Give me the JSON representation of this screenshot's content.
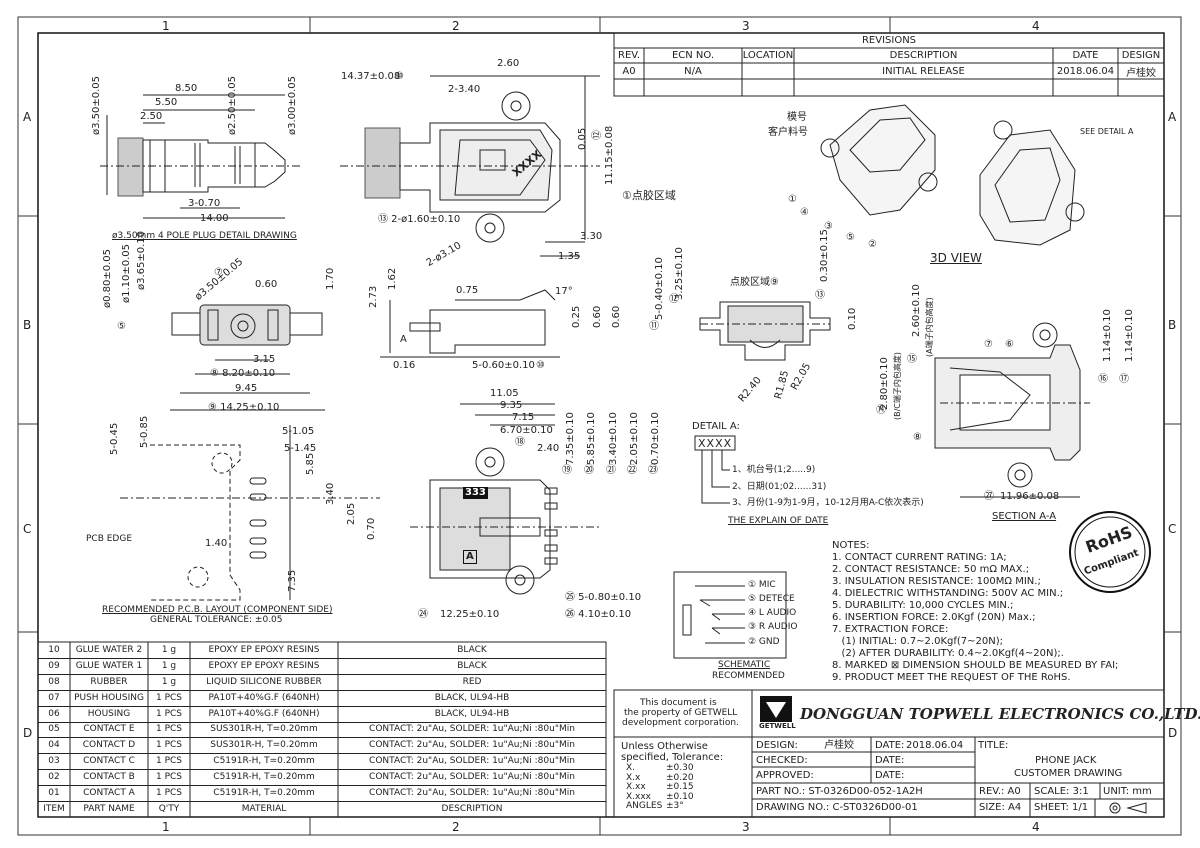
{
  "frame": {
    "cols": [
      "1",
      "2",
      "3",
      "4"
    ],
    "rows": [
      "A",
      "B",
      "C",
      "D"
    ]
  },
  "revisions": {
    "title": "REVISIONS",
    "headers": [
      "REV.",
      "ECN NO.",
      "LOCATION",
      "DESCRIPTION",
      "DATE",
      "DESIGN"
    ],
    "row": [
      "A0",
      "N/A",
      "",
      "INITIAL RELEASE",
      "2018.06.04",
      "卢桂姣"
    ]
  },
  "plug": {
    "caption": "ø3.50mm 4 POLE PLUG DETAIL DRAWING",
    "dims": [
      "ø3.50±0.05",
      "ø2.50±0.05",
      "ø3.00±0.05",
      "8.50",
      "5.50",
      "2.50",
      "3-0.70",
      "14.00"
    ]
  },
  "top_view": {
    "dims": [
      "2.60",
      "14.37±0.08",
      "⑩",
      "2-3.40",
      "0.05",
      "⑫",
      "11.15±0.08",
      "⑬ 2-ø1.60±0.10",
      "2-ø3.10",
      "3.30",
      "1.35"
    ],
    "glue_label": "①点胶区域",
    "marking": "XXXX"
  },
  "front_view": {
    "dims": [
      "ø3.50±0.05",
      "⑦",
      "⑤",
      "ø0.80±0.05",
      "ø1.10±0.05",
      "ø3.65±0.10",
      "0.60",
      "1.70",
      "3.15",
      "⑧ 8.20±0.10",
      "9.45",
      "⑨ 14.25±0.10"
    ],
    "label_a": "A"
  },
  "side_view": {
    "dims": [
      "2.73",
      "1.62",
      "0.75",
      "17°",
      "0.25",
      "0.60",
      "0.60",
      "0.16",
      "5-0.60±0.10",
      "⑩"
    ]
  },
  "rear_view": {
    "glue_label": "点胶区域⑨",
    "dims": [
      "5-0.40±0.10",
      "3.25±0.10",
      "⑪",
      "⑫",
      "0.30±0.15",
      "⑬",
      "0.10",
      "R2.40",
      "R1.85",
      "R2.05"
    ]
  },
  "pcb_layout": {
    "caption": "RECOMMENDED P.C.B. LAYOUT (COMPONENT SIDE)",
    "tolerance": "GENERAL TOLERANCE: ±0.05",
    "pcb_edge": "PCB EDGE",
    "dims": [
      "5-0.45",
      "5-0.85",
      "5-1.05",
      "5-1.45",
      "5.85",
      "3.40",
      "2.05",
      "0.70",
      "1.40",
      "7.35"
    ]
  },
  "bottom_view": {
    "dims": [
      "11.05",
      "9.35",
      "7.15",
      "6.70±0.10",
      "⑱",
      "2.40",
      "7.35±0.10",
      "5.85±0.10",
      "3.40±0.10",
      "2.05±0.10",
      "0.70±0.10",
      "⑲",
      "⑳",
      "㉑",
      "㉒",
      "㉓",
      "12.25±0.10",
      "㉔",
      "㉕ 5-0.80±0.10",
      "㉖ 4.10±0.10"
    ],
    "mark_333": "333",
    "mark_a": "A"
  },
  "detail_a": {
    "title": "DETAIL A:",
    "code": "XXXX",
    "lines": [
      "1、机台号(1;2.....9)",
      "2、日期(01;02......31)",
      "3、月份(1-9为1-9月，10-12月用A-C依次表示)"
    ],
    "caption": "THE EXPLAIN OF DATE"
  },
  "labels_3d": {
    "model": "模号",
    "part": "客户料号",
    "see_detail": "SEE DETAIL A",
    "caption": "3D VIEW",
    "callouts": [
      "①",
      "②",
      "③",
      "④",
      "⑤"
    ]
  },
  "section": {
    "caption": "SECTION A-A",
    "dims": [
      "2.60±0.10",
      "(A端子内包高度)",
      "⑮",
      "1.14±0.10",
      "1.14±0.10",
      "⑯",
      "⑰",
      "2.80±0.10",
      "(B/C端子内包高度)",
      "⑭",
      "11.96±0.08",
      "㉗",
      "⑦",
      "⑥",
      "⑧"
    ]
  },
  "rohs": {
    "main": "RoHS",
    "sub": "Compliant"
  },
  "schematic": {
    "pins": [
      "① MIC",
      "⑤ DETECE",
      "④ L AUDIO",
      "③ R AUDIO",
      "② GND"
    ],
    "caption": "SCHEMATIC",
    "sub": "RECOMMENDED"
  },
  "notes": {
    "title": "NOTES:",
    "items": [
      "1. CONTACT CURRENT RATING: 1A;",
      "2. CONTACT RESISTANCE: 50 mΩ MAX.;",
      "3. INSULATION RESISTANCE: 100MΩ MIN.;",
      "4. DIELECTRIC WITHSTANDING: 500V AC MIN.;",
      "5. DURABILITY: 10,000 CYCLES MIN.;",
      "6. INSERTION FORCE: 2.0Kgf (20N) Max.;",
      "7. EXTRACTION FORCE:",
      "   (1) INITIAL: 0.7~2.0Kgf(7~20N);",
      "   (2) AFTER DURABILITY: 0.4~2.0Kgf(4~20N);.",
      "8. MARKED ⊠ DIMENSION SHOULD BE MEASURED BY FAI;",
      "9. PRODUCT MEET THE REQUEST OF THE RoHS."
    ]
  },
  "bom": {
    "headers": [
      "ITEM",
      "PART NAME",
      "Q'TY",
      "MATERIAL",
      "DESCRIPTION"
    ],
    "rows": [
      [
        "10",
        "GLUE WATER 2",
        "1 g",
        "EPOXY EP EPOXY RESINS",
        "BLACK"
      ],
      [
        "09",
        "GLUE WATER 1",
        "1 g",
        "EPOXY EP EPOXY RESINS",
        "BLACK"
      ],
      [
        "08",
        "RUBBER",
        "1 g",
        "LIQUID SILICONE RUBBER",
        "RED"
      ],
      [
        "07",
        "PUSH HOUSING",
        "1 PCS",
        "PA10T+40%G.F (640NH)",
        "BLACK, UL94-HB"
      ],
      [
        "06",
        "HOUSING",
        "1 PCS",
        "PA10T+40%G.F (640NH)",
        "BLACK, UL94-HB"
      ],
      [
        "05",
        "CONTACT E",
        "1 PCS",
        "SUS301R-H, T=0.20mm",
        "CONTACT: 2u\"Au, SOLDER: 1u\"Au;Ni :80u\"Min"
      ],
      [
        "04",
        "CONTACT D",
        "1 PCS",
        "SUS301R-H, T=0.20mm",
        "CONTACT: 2u\"Au, SOLDER: 1u\"Au;Ni :80u\"Min"
      ],
      [
        "03",
        "CONTACT C",
        "1 PCS",
        "C5191R-H, T=0.20mm",
        "CONTACT: 2u\"Au, SOLDER: 1u\"Au;Ni :80u\"Min"
      ],
      [
        "02",
        "CONTACT B",
        "1 PCS",
        "C5191R-H, T=0.20mm",
        "CONTACT: 2u\"Au, SOLDER: 1u\"Au;Ni :80u\"Min"
      ],
      [
        "01",
        "CONTACT A",
        "1 PCS",
        "C5191R-H, T=0.20mm",
        "CONTACT: 2u\"Au, SOLDER: 1u\"Au;Ni :80u\"Min"
      ]
    ]
  },
  "titleblock": {
    "property": [
      "This document is",
      "the property of GETWELL",
      "development corporation."
    ],
    "company": "DONGGUAN TOPWELL ELECTRONICS CO.,LTD.",
    "logo": "GETWELL",
    "tolerance_title": [
      "Unless Otherwise",
      "specified, Tolerance:"
    ],
    "tolerances": [
      [
        "X.",
        "±0.30"
      ],
      [
        "X.x",
        "±0.20"
      ],
      [
        "X.xx",
        "±0.15"
      ],
      [
        "X.xxx",
        "±0.10"
      ],
      [
        "ANGLES",
        "±3°"
      ]
    ],
    "design_label": "DESIGN:",
    "design_name": "卢桂姣",
    "date_label": "DATE:",
    "design_date": "2018.06.04",
    "checked_label": "CHECKED:",
    "approved_label": "APPROVED:",
    "title_label": "TITLE:",
    "title_1": "PHONE JACK",
    "title_2": "CUSTOMER DRAWING",
    "part_no": "PART NO.: ST-0326D00-052-1A2H",
    "rev": "REV.: A0",
    "scale": "SCALE: 3:1",
    "unit": "UNIT: mm",
    "drawing_no": "DRAWING NO.: C-ST0326D00-01",
    "size": "SIZE: A4",
    "sheet": "SHEET: 1/1"
  }
}
